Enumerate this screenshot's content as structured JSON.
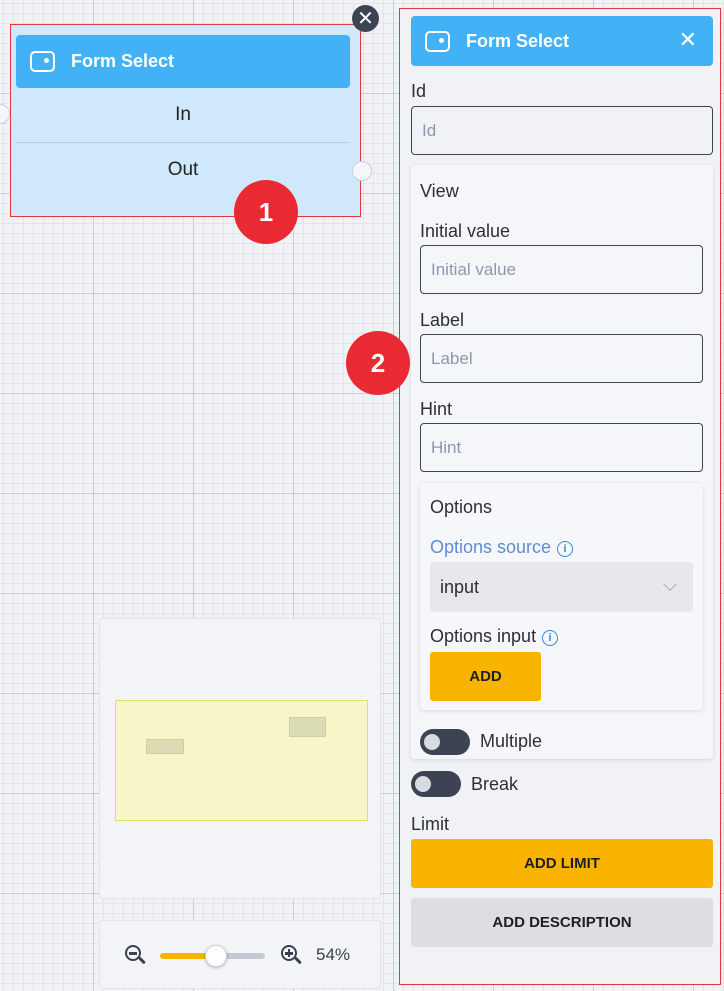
{
  "node": {
    "title": "Form Select",
    "input_port": "In",
    "output_port": "Out",
    "header_color": "#43b1f5",
    "body_color": "#cfe8fb"
  },
  "callouts": [
    "1",
    "2"
  ],
  "zoom": {
    "label": "54%",
    "level_percent": 54
  },
  "panel": {
    "title": "Form Select",
    "id_label": "Id",
    "id_placeholder": "Id",
    "view": {
      "section_label": "View",
      "initial_value_label": "Initial value",
      "initial_value_placeholder": "Initial value",
      "label_label": "Label",
      "label_placeholder": "Label",
      "hint_label": "Hint",
      "hint_placeholder": "Hint",
      "options": {
        "section_label": "Options",
        "source_label": "Options source",
        "source_value": "input",
        "input_label": "Options input",
        "add_button": "ADD"
      },
      "multiple_label": "Multiple"
    },
    "break_label": "Break",
    "limit_label": "Limit",
    "add_limit_button": "ADD LIMIT",
    "add_description_button": "ADD DESCRIPTION"
  },
  "colors": {
    "accent_blue": "#43b1f5",
    "accent_yellow": "#f9b400",
    "callout_red": "#ea2a33",
    "highlight_border": "#e0383b"
  }
}
